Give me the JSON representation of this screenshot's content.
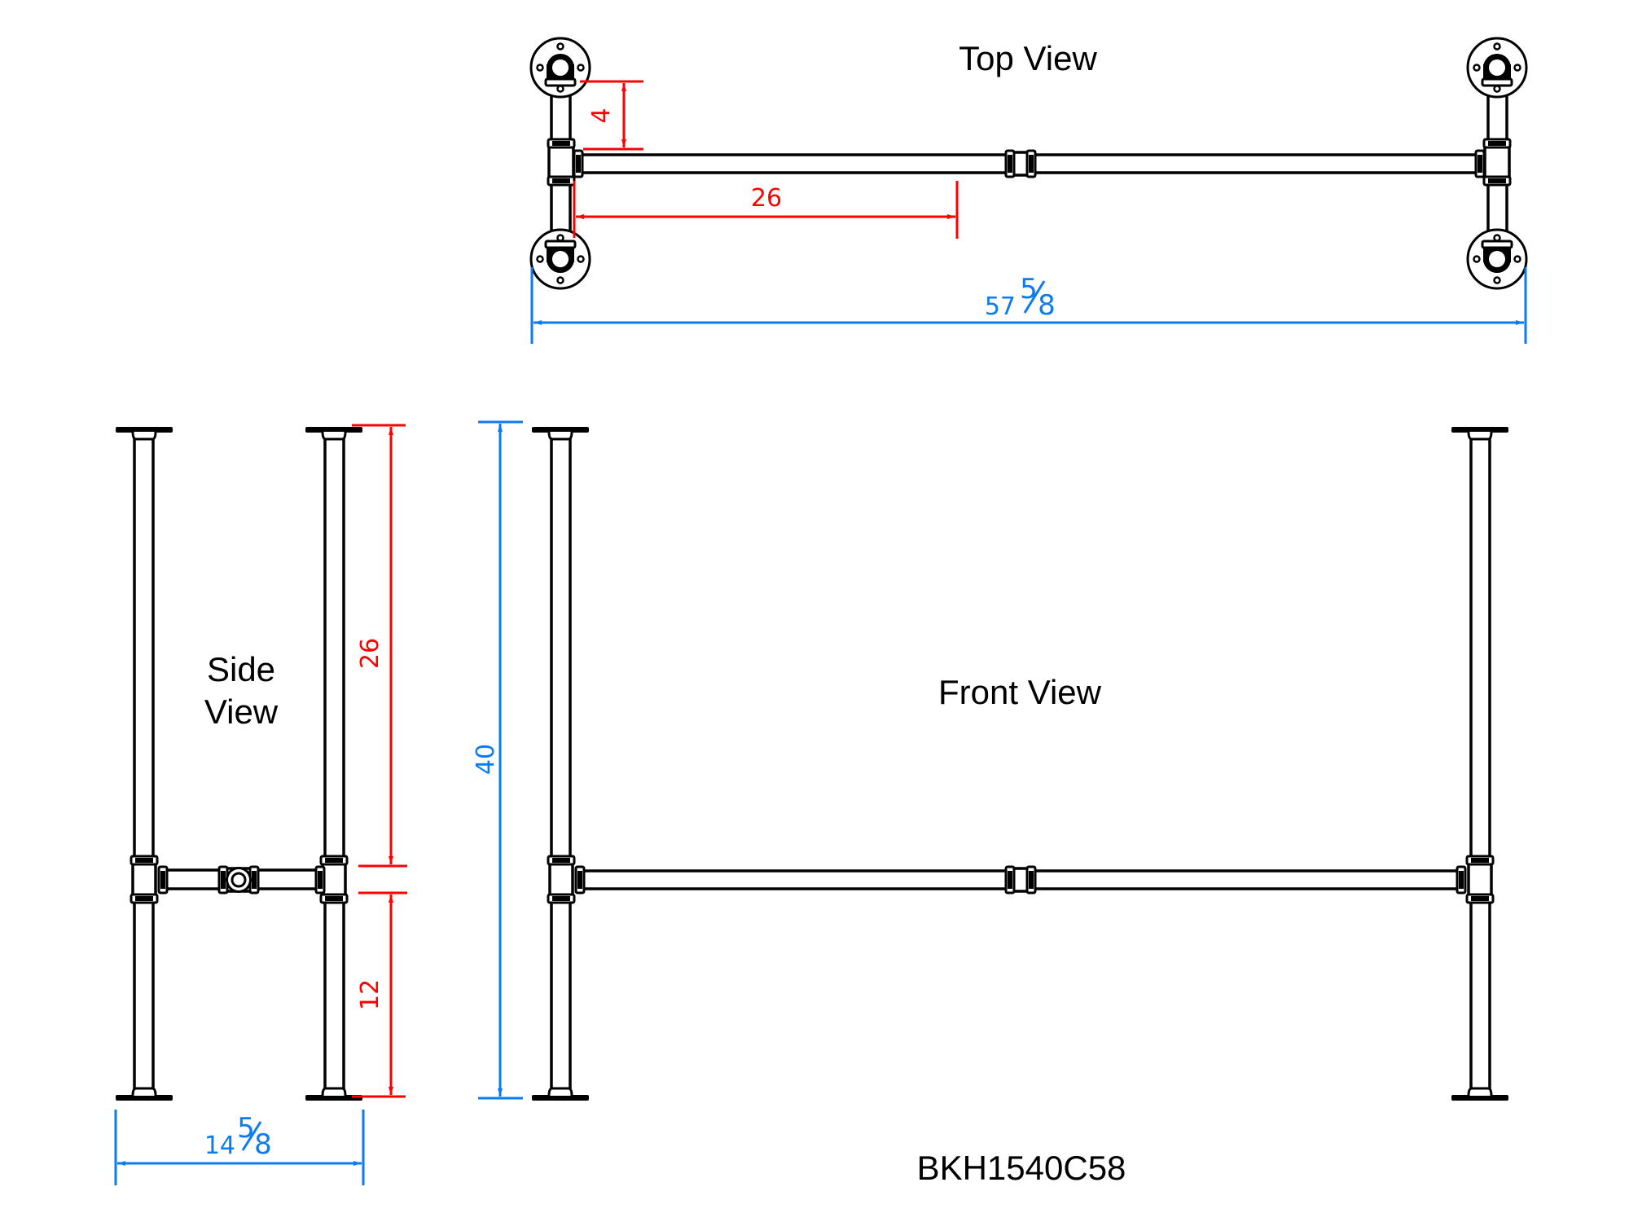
{
  "drawing": {
    "model_code": "BKH1540C58",
    "views": {
      "top": {
        "title": "Top View"
      },
      "side": {
        "title_line1": "Side",
        "title_line2": "View"
      },
      "front": {
        "title": "Front View"
      }
    },
    "colors": {
      "outline": "#000000",
      "dimension_red": "#ff0000",
      "dimension_blue": "#0a7cf0"
    },
    "dimensions": {
      "top_leg_offset": {
        "value": "4",
        "color": "red",
        "unit": "in"
      },
      "top_crossbar_half": {
        "value": "26",
        "color": "red",
        "unit": "in"
      },
      "overall_length": {
        "whole": "57",
        "numerator": "5",
        "denominator": "8",
        "color": "blue",
        "unit": "in"
      },
      "side_upper_height": {
        "value": "26",
        "color": "red",
        "unit": "in"
      },
      "side_lower_height": {
        "value": "12",
        "color": "red",
        "unit": "in"
      },
      "overall_height": {
        "value": "40",
        "color": "blue",
        "unit": "in"
      },
      "overall_width": {
        "whole": "14",
        "numerator": "5",
        "denominator": "8",
        "color": "blue",
        "unit": "in"
      }
    }
  }
}
